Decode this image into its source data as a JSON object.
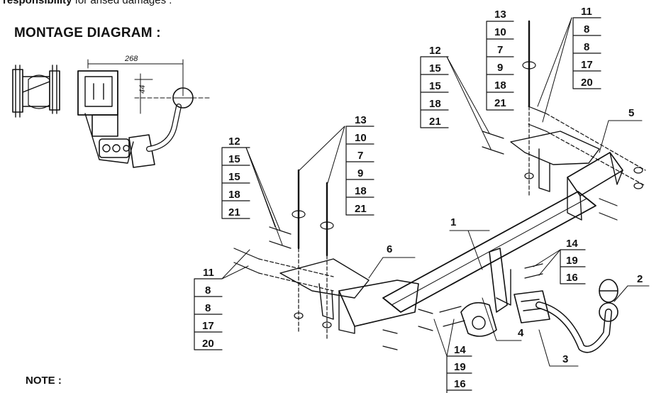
{
  "header": {
    "responsibility_bold": "responsibility",
    "responsibility_rest": " for arised damages ."
  },
  "title": "MONTAGE DIAGRAM :",
  "note": "NOTE :",
  "side_view": {
    "dim_length": "268",
    "dim_height": "44"
  },
  "callouts": {
    "part_1": "1",
    "part_2": "2",
    "part_3": "3",
    "part_4": "4",
    "part_5": "5",
    "part_6": "6",
    "stack_left_11": [
      "11",
      "8",
      "8",
      "17",
      "20"
    ],
    "stack_left_12": [
      "12",
      "15",
      "15",
      "18",
      "21"
    ],
    "stack_left_13": [
      "13",
      "10",
      "7",
      "9",
      "18",
      "21"
    ],
    "stack_right_12": [
      "12",
      "15",
      "15",
      "18",
      "21"
    ],
    "stack_right_13": [
      "13",
      "10",
      "7",
      "9",
      "18",
      "21"
    ],
    "stack_right_11": [
      "11",
      "8",
      "8",
      "17",
      "20"
    ],
    "stack_14_lower": [
      "14",
      "19",
      "16"
    ],
    "stack_14_upper": [
      "14",
      "19",
      "16"
    ]
  }
}
